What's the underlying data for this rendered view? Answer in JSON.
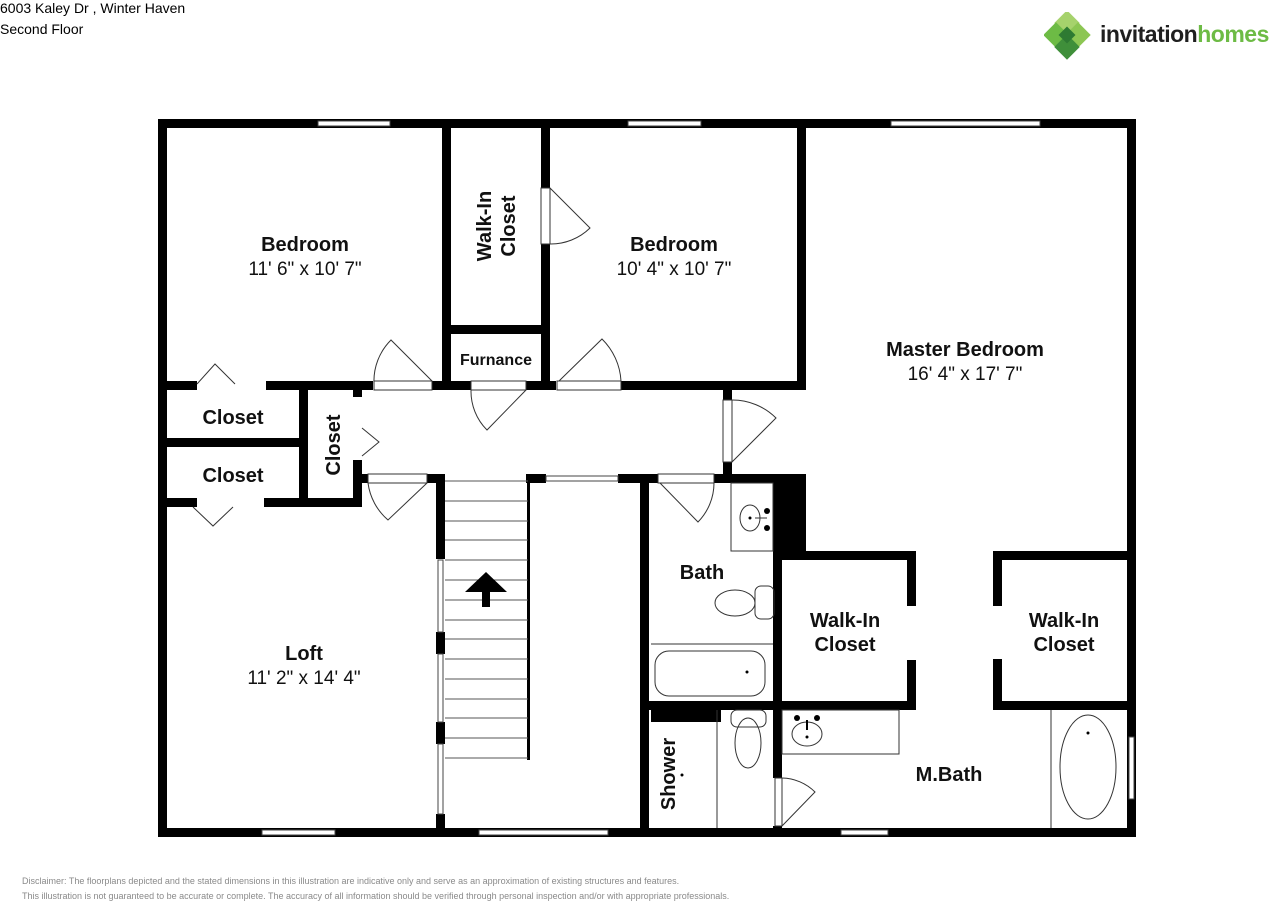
{
  "header": {
    "address": "6003 Kaley Dr , Winter Haven",
    "floor": "Second Floor"
  },
  "logo": {
    "word1": "invitation",
    "word2": "homes",
    "colors": {
      "dark_green": "#3f8f3a",
      "mid_green": "#6dbb45",
      "light_green": "#a6d26c",
      "text": "#1f1f1f"
    }
  },
  "rooms": {
    "bedroom1": {
      "name": "Bedroom",
      "dims": "11' 6\" x 10' 7\""
    },
    "walkin_top": {
      "line1": "Walk-In",
      "line2": "Closet"
    },
    "bedroom2": {
      "name": "Bedroom",
      "dims": "10' 4\" x 10' 7\""
    },
    "furnace": {
      "name": "Furnance"
    },
    "master": {
      "name": "Master Bedroom",
      "dims": "16' 4\" x 17' 7\""
    },
    "closet1": {
      "name": "Closet"
    },
    "closet2": {
      "name": "Closet"
    },
    "closet3": {
      "name": "Closet"
    },
    "loft": {
      "name": "Loft",
      "dims": "11' 2\" x 14' 4\""
    },
    "bath": {
      "name": "Bath"
    },
    "walkin_mid": {
      "line1": "Walk-In",
      "line2": "Closet"
    },
    "walkin_right": {
      "line1": "Walk-In",
      "line2": "Closet"
    },
    "shower": {
      "name": "Shower"
    },
    "mbath": {
      "name": "M.Bath"
    }
  },
  "disclaimer": {
    "line1": "Disclaimer: The floorplans depicted and the stated dimensions in this illustration are indicative only and serve as an approximation of existing structures and features.",
    "line2": "This illustration is not guaranteed to be accurate or complete. The accuracy of all information should be verified through personal inspection and/or with appropriate professionals."
  }
}
